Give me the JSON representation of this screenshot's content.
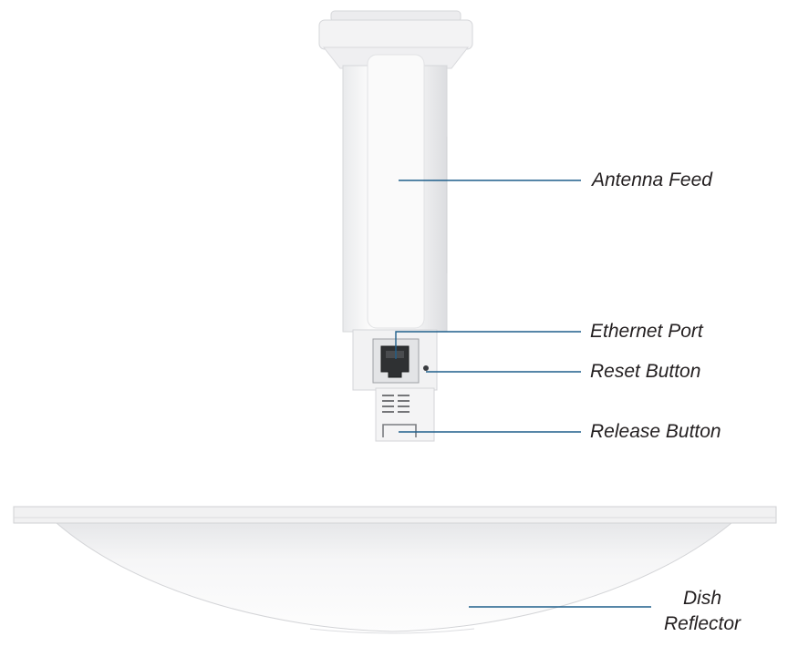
{
  "labels": {
    "antenna_feed": "Antenna Feed",
    "ethernet_port": "Ethernet Port",
    "reset_button": "Reset Button",
    "release_button": "Release Button",
    "dish_line1": "Dish",
    "dish_line2": "Reflector"
  },
  "colors": {
    "leader_line": "#1f5f8b",
    "device_body": "#f4f4f5",
    "device_outline": "#d9dadc",
    "label_text": "#231f20"
  }
}
